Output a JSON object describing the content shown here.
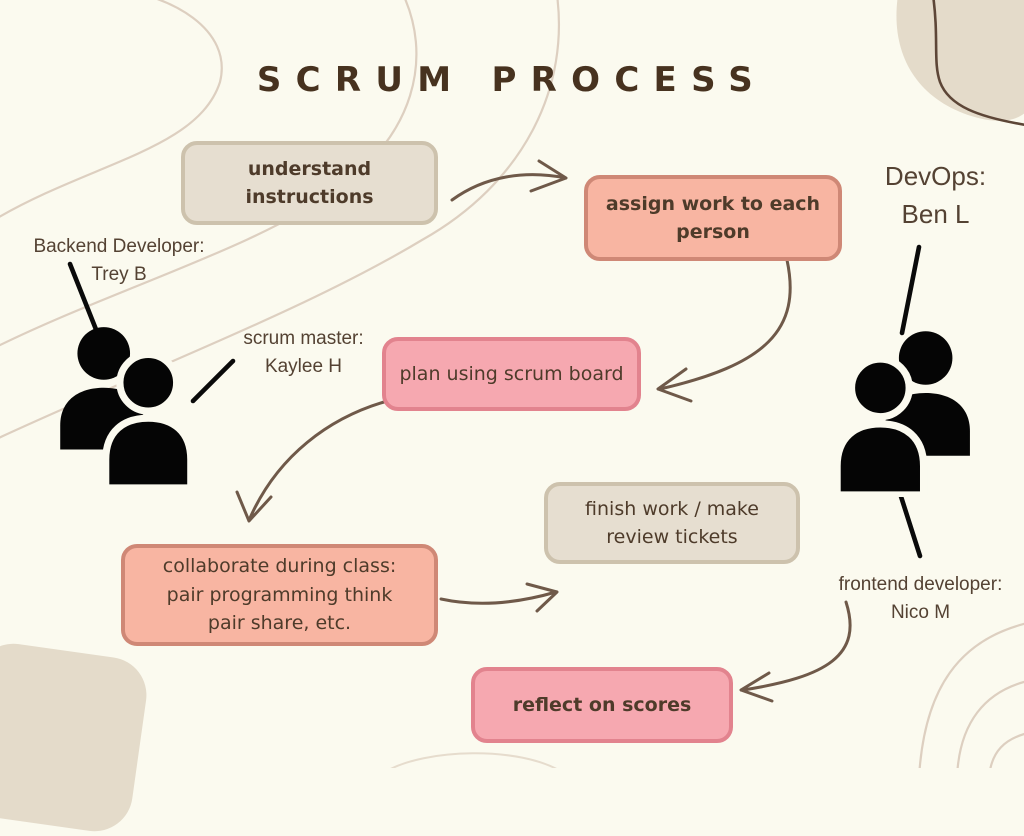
{
  "title": "SCRUM PROCESS",
  "colors": {
    "background": "#fbfaef",
    "title_text": "#47321f",
    "box_text": "#4e3b2a",
    "beige_fill": "#e6ded0",
    "beige_border": "#cdc2ad",
    "salmon_fill": "#f8b5a2",
    "salmon_border": "#cf8876",
    "pink_fill": "#f6a8b0",
    "pink_border": "#e2838e",
    "arrow": "#6f5949",
    "connector_line": "#0a0a0a",
    "decor_contour": "#ddcfc0",
    "decor_blob": "#e4dbca"
  },
  "nodes": {
    "understand": {
      "lines": [
        "understand",
        "instructions"
      ],
      "style": "beige",
      "emphasis": "bold"
    },
    "assign": {
      "lines": [
        "assign work to each",
        "person"
      ],
      "style": "salmon",
      "emphasis": "bold"
    },
    "plan": {
      "lines": [
        "plan using scrum board"
      ],
      "style": "pink",
      "emphasis": "regular"
    },
    "finish": {
      "lines": [
        "finish work / make",
        "review tickets"
      ],
      "style": "beige",
      "emphasis": "regular"
    },
    "collaborate": {
      "lines": [
        "collaborate during class:",
        "pair programming think",
        "pair share, etc."
      ],
      "style": "salmon",
      "emphasis": "regular"
    },
    "reflect": {
      "lines": [
        "reflect on scores"
      ],
      "style": "pink",
      "emphasis": "bold"
    }
  },
  "roles": {
    "backend": {
      "lines": [
        "Backend Developer:",
        "Trey B"
      ]
    },
    "scrum_master": {
      "lines": [
        "scrum master:",
        "Kaylee H"
      ]
    },
    "devops": {
      "lines": [
        "DevOps:",
        "Ben L"
      ]
    },
    "frontend": {
      "lines": [
        "frontend developer:",
        "Nico M"
      ]
    }
  },
  "flow_order": [
    "understand instructions",
    "assign work to each person",
    "plan using scrum board",
    "collaborate during class: pair programming think pair share, etc.",
    "finish work / make review tickets",
    "reflect on scores"
  ]
}
